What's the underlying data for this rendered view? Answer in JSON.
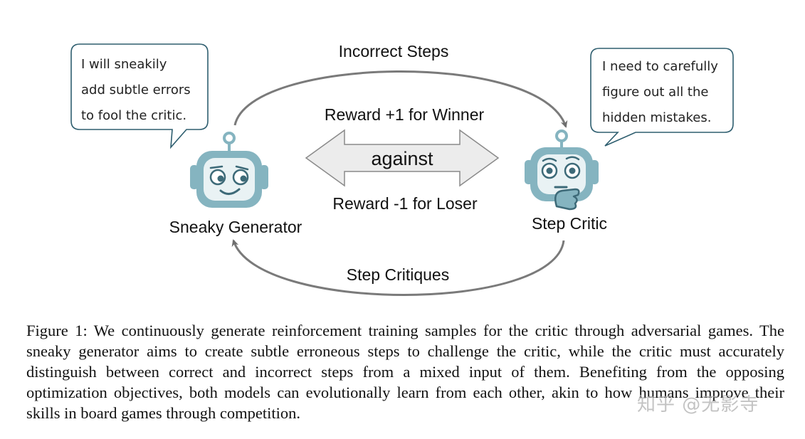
{
  "diagram": {
    "top_arrow_label": "Incorrect Steps",
    "bottom_arrow_label": "Step Critiques",
    "reward_winner": "Reward +1 for Winner",
    "reward_loser": "Reward -1 for Loser",
    "double_arrow_label": "against",
    "generator": {
      "name": "Sneaky Generator",
      "speech": [
        "I will sneakily",
        "add subtle errors",
        "to fool the critic."
      ]
    },
    "critic": {
      "name": "Step Critic",
      "speech": [
        "I need to carefully",
        "figure out all the",
        "hidden mistakes."
      ]
    },
    "colors": {
      "robot": "#85b4c0",
      "robot_dark": "#3d6a78",
      "bubble_border": "#2e5e6f",
      "arrow": "#777777"
    }
  },
  "caption": "Figure 1: We continuously generate reinforcement training samples for the critic through adversarial games. The sneaky generator aims to create subtle erroneous steps to challenge the critic, while the critic must accurately distinguish between correct and incorrect steps from a mixed input of them. Benefiting from the opposing optimization objectives, both models can evolutionally learn from each other, akin to how humans improve their skills in board games through competition.",
  "watermark": "知乎 @无影寺"
}
